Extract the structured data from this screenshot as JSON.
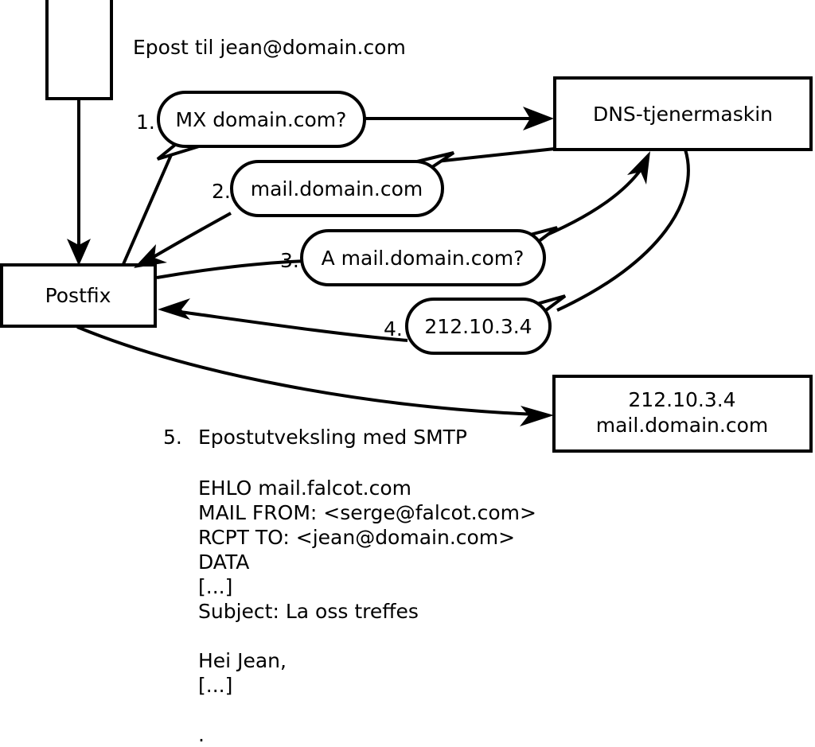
{
  "title": "Epost til jean@domain.com",
  "nodes": {
    "client": {
      "label": ""
    },
    "postfix": {
      "label": "Postfix"
    },
    "dns": {
      "label": "DNS-tjenermaskin"
    },
    "mailserver": {
      "line1": "212.10.3.4",
      "line2": "mail.domain.com"
    }
  },
  "steps": [
    {
      "num": "1.",
      "bubble": "MX domain.com?"
    },
    {
      "num": "2.",
      "bubble": "mail.domain.com"
    },
    {
      "num": "3.",
      "bubble": "A mail.domain.com?"
    },
    {
      "num": "4.",
      "bubble": "212.10.3.4"
    }
  ],
  "step5": {
    "num": "5.",
    "label": "Epostutveksling med SMTP"
  },
  "smtp_transcript": [
    "EHLO mail.falcot.com",
    "MAIL FROM: <serge@falcot.com>",
    "RCPT TO: <jean@domain.com>",
    "DATA",
    "[...]",
    "Subject: La oss treffes",
    "",
    "Hei Jean,",
    "[...]",
    "",
    "."
  ],
  "colors": {
    "stroke": "#000000",
    "fill": "#ffffff",
    "text": "#000000"
  },
  "chart_data": {
    "type": "diagram",
    "title": "Epost til jean@domain.com",
    "nodes": [
      {
        "id": "client",
        "label": "",
        "shape": "rect"
      },
      {
        "id": "postfix",
        "label": "Postfix",
        "shape": "rect"
      },
      {
        "id": "dns",
        "label": "DNS-tjenermaskin",
        "shape": "rect"
      },
      {
        "id": "mailserver",
        "label": "212.10.3.4 mail.domain.com",
        "shape": "rect"
      }
    ],
    "edges": [
      {
        "from": "client",
        "to": "postfix",
        "label": ""
      },
      {
        "from": "postfix",
        "to": "dns",
        "label": "1. MX domain.com?"
      },
      {
        "from": "dns",
        "to": "postfix",
        "label": "2. mail.domain.com"
      },
      {
        "from": "postfix",
        "to": "dns",
        "label": "3. A mail.domain.com?"
      },
      {
        "from": "dns",
        "to": "postfix",
        "label": "4. 212.10.3.4"
      },
      {
        "from": "postfix",
        "to": "mailserver",
        "label": "5. Epostutveksling med SMTP"
      }
    ]
  }
}
